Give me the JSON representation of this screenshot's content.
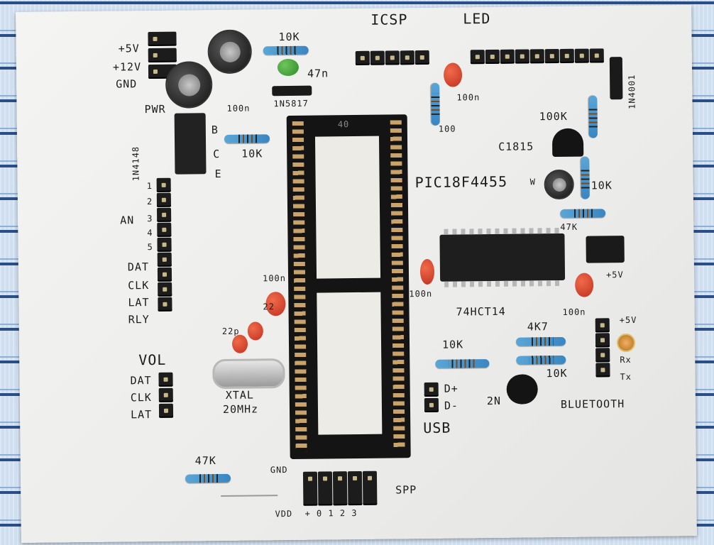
{
  "labels": {
    "power": {
      "plus5v": "+5V",
      "plus12v": "+12V",
      "gnd": "GND",
      "pwr": "PWR",
      "diode": "1N4148"
    },
    "transistor_pins": {
      "b": "B",
      "c": "C",
      "e": "E"
    },
    "resistors": {
      "r_top": "10K",
      "r_mid": "10K",
      "r_icsp": "100",
      "r_led_right": "100K",
      "r_right2": "10K",
      "r_47k_right": "47K",
      "r_4k7": "4K7",
      "r_10k_lower": "10K",
      "r_10k_low2": "10K",
      "r_47k_bottom": "47K"
    },
    "caps": {
      "c_47n": "47n",
      "c_100n_left": "100n",
      "c_100n_icsp": "100n",
      "c_100n_ic": "100n",
      "c_100n_ic2": "100n",
      "c_100n_xtal": "100n",
      "c_22a": "22",
      "c_22b": "22p"
    },
    "diode_schottky": "1N5817",
    "diode_right": "1N4001",
    "icsp": "ICSP",
    "led": "LED",
    "mcu": "PIC18F4455",
    "chip_40": "40",
    "transistor_c1815": "C1815",
    "an_header": {
      "an": "AN",
      "p1": "1",
      "p2": "2",
      "p3": "3",
      "p4": "4",
      "p5": "5",
      "dat": "DAT",
      "clk": "CLK",
      "lat": "LAT",
      "rly": "RLY"
    },
    "vol": {
      "title": "VOL",
      "dat": "DAT",
      "clk": "CLK",
      "lat": "LAT"
    },
    "xtal": {
      "name": "XTAL",
      "freq": "20MHz"
    },
    "hct14": "74HCT14",
    "usb": {
      "title": "USB",
      "dplus": "D+",
      "dminus": "D-"
    },
    "bluetooth": {
      "title": "BLUETOOTH",
      "plus5v": "+5V",
      "rx": "Rx",
      "tx": "Tx"
    },
    "gnd_plus5v": "+5V",
    "gnd_label": "GND",
    "spp": {
      "title": "SPP",
      "vdd": "VDD",
      "pins": "+ 0 1 2 3"
    },
    "transistor_2n": "2N",
    "c1815_w": "W"
  }
}
